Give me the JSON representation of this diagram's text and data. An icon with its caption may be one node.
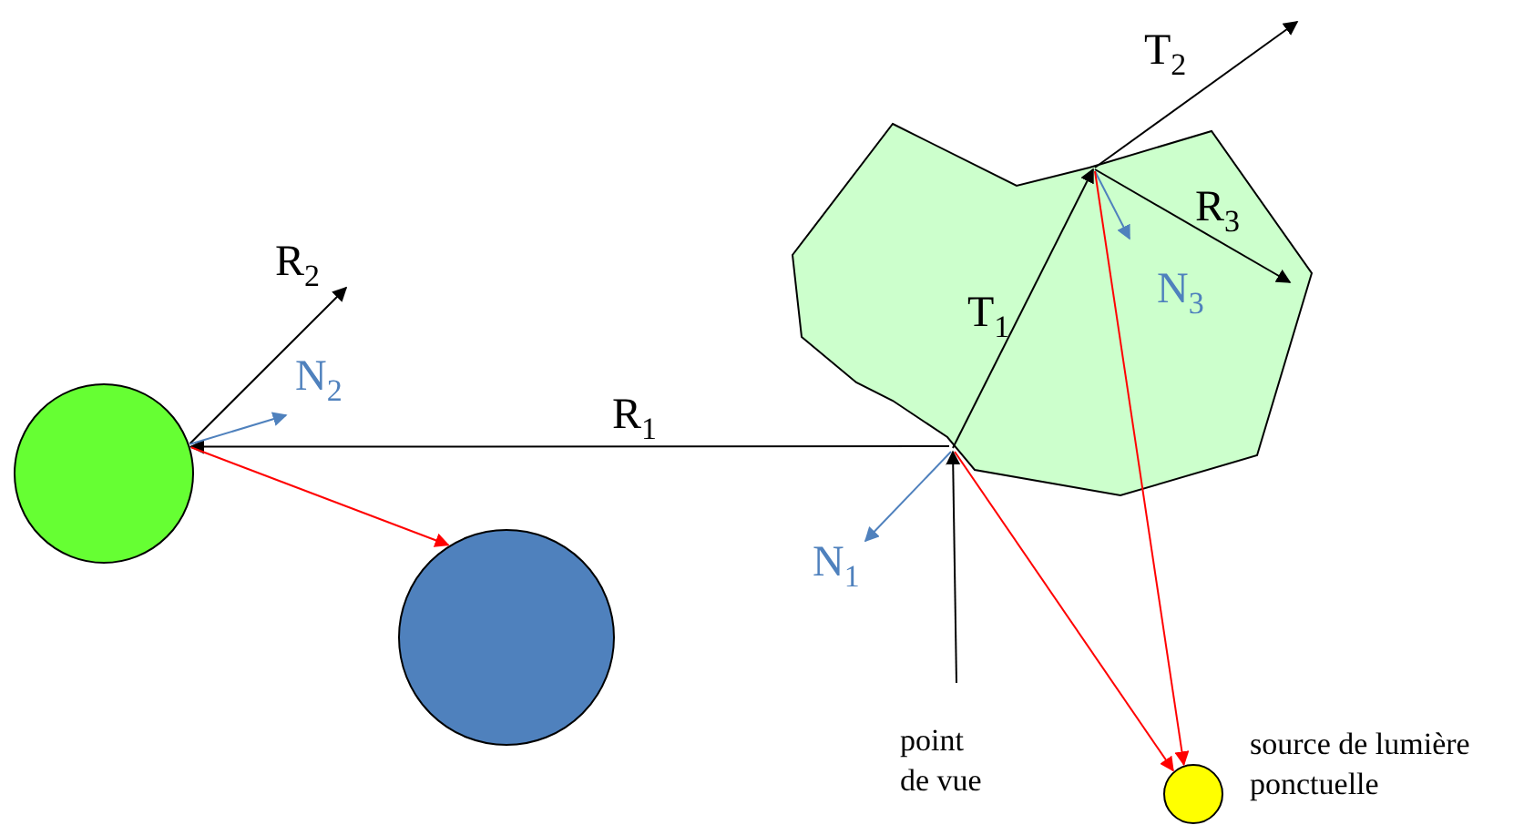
{
  "diagram": {
    "nodes": [
      {
        "text": [],
        "shape": "circle"
      },
      {
        "text": [],
        "shape": "circle"
      },
      {
        "text": [],
        "shape": "polygon"
      },
      {
        "text": [
          "point de vue"
        ]
      },
      {
        "text": [],
        "shape": "circle",
        "beside": [
          "source de lumière ponctuelle"
        ]
      }
    ],
    "edges": [
      {
        "from": 3,
        "to": 2,
        "arrow": "to"
      },
      {
        "from": 2,
        "to": 0,
        "arrow": "to",
        "label": "R$_{1}$"
      },
      {
        "from": 2,
        "to": null,
        "arrow": "to",
        "label": "N$_{1}$",
        "color": "#4f81bd"
      },
      {
        "from": 2,
        "to": 4,
        "arrow": "to",
        "color": "#ff0000"
      },
      {
        "from": 0,
        "to": null,
        "arrow": "to",
        "label": "R$_{2}$"
      },
      {
        "from": 0,
        "to": null,
        "arrow": "to",
        "label": "N$_{2}$",
        "color": "#4f81bd"
      },
      {
        "from": 0,
        "to": 1,
        "arrow": "to",
        "color": "#ff0000"
      },
      {
        "from": null,
        "to": 2,
        "arrow": "to",
        "label": "T$_{1}$"
      },
      {
        "from": 2,
        "to": null,
        "arrow": "to",
        "label": "T$_{2}$"
      },
      {
        "from": null,
        "to": 2,
        "arrow": "to",
        "label": "R$_{3}$"
      },
      {
        "from": null,
        "to": 2,
        "arrow": "to",
        "label": "N$_{3}$",
        "color": "#4f81bd"
      },
      {
        "from": 2,
        "to": 4,
        "arrow": "to",
        "color": "#ff0000"
      }
    ]
  }
}
